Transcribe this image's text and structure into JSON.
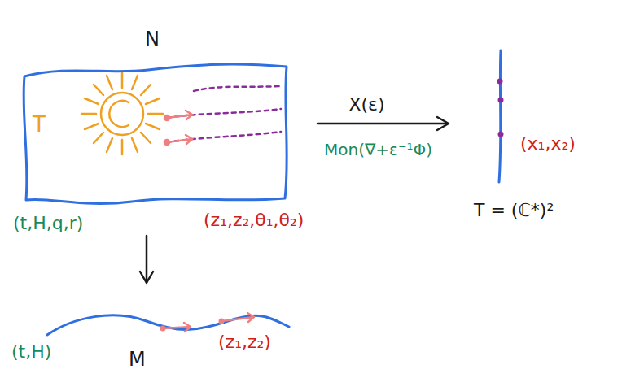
{
  "diagram": {
    "nodes": [
      {
        "text": [
          "N"
        ]
      },
      {
        "text": [
          "(x₁,x₂)"
        ]
      },
      {
        "text": [
          "M"
        ]
      }
    ],
    "edges": [
      {
        "from": 0,
        "to": 1,
        "arrow": "to",
        "label": "X(ε)"
      },
      {
        "from": 0,
        "to": 2,
        "arrow": "to"
      }
    ],
    "labels": [
      "T",
      "(t,H,q,r)",
      "(z₁,z₂,θ₁,θ₂)",
      "Mon(∇+ε⁻¹Φ)",
      "T = (ℂ*)²",
      "(t,H)",
      "(z₁,z₂)"
    ]
  }
}
